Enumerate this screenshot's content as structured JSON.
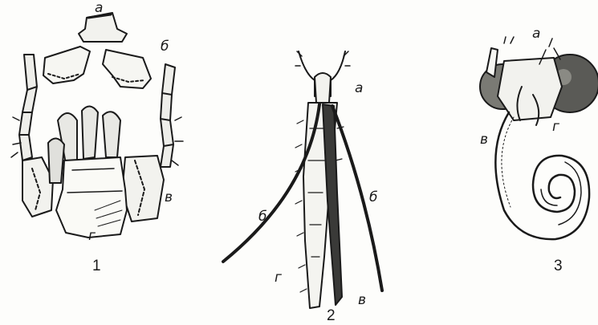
{
  "figure": {
    "panels": [
      {
        "number": "1",
        "labels": {
          "a": "а",
          "b": "б",
          "v": "в",
          "g": "г"
        }
      },
      {
        "number": "2",
        "labels": {
          "a": "а",
          "b_left": "б",
          "b_right": "б",
          "g": "г",
          "v": "в"
        }
      },
      {
        "number": "3",
        "labels": {
          "a": "а",
          "v": "в",
          "g": "г"
        }
      }
    ]
  }
}
